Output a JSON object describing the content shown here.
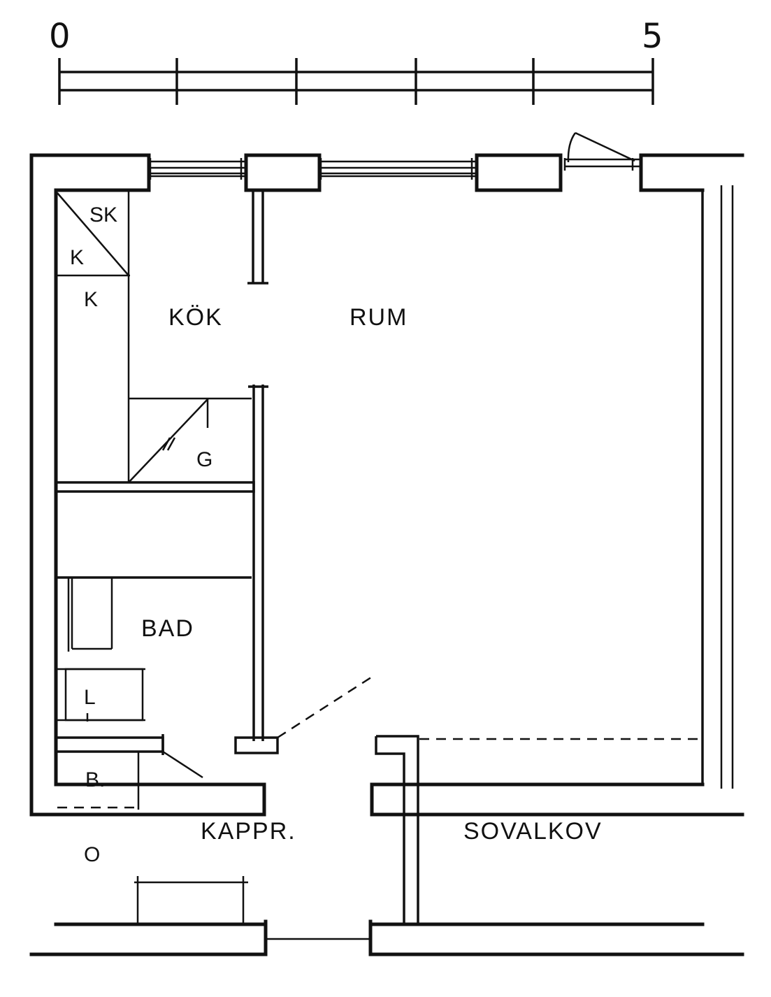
{
  "scale_bar": {
    "start_label": "0",
    "end_label": "5"
  },
  "rooms": {
    "kok": "KÖK",
    "rum": "RUM",
    "bad": "BAD",
    "kappr": "KAPPR.",
    "sovalkov": "SOVALKOV"
  },
  "fixtures": {
    "sk": "SK",
    "k_upper": "K",
    "k_lower": "K",
    "g": "G",
    "l": "L",
    "b": "B.",
    "o": "O"
  }
}
